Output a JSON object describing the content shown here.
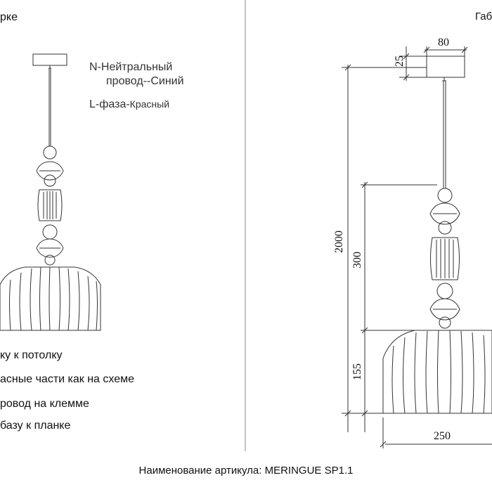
{
  "left_panel": {
    "header_partial": "рке",
    "wire_legend": {
      "neutral_line1": "N-Нейтральный",
      "neutral_line2": "провод--Синий",
      "phase_prefix": "L-фаза-",
      "phase_color": "Красный"
    },
    "instructions": [
      "ку к потолку",
      "асные части как на схеме",
      "ровод на клемме",
      "базу к планке"
    ]
  },
  "right_panel": {
    "header_partial": "Габ",
    "dimensions": {
      "canopy_width": "80",
      "canopy_height": "25",
      "total_height": "2000",
      "body_height": "300",
      "shade_height": "155",
      "shade_width": "250"
    }
  },
  "footer": {
    "caption": "Наименование артикула: MERINGUE SP1.1"
  },
  "colors": {
    "line": "#333333",
    "divider": "#8a8a8a"
  }
}
